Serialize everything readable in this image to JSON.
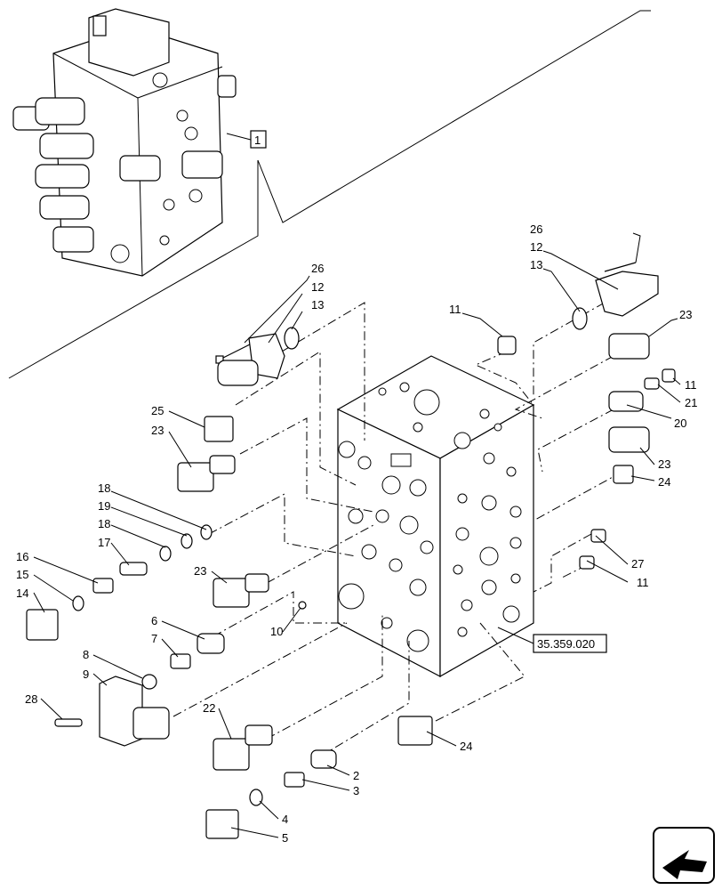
{
  "callouts": {
    "assembly_ref": "1",
    "block_ref": "35.359.020",
    "p26a": "26",
    "p12a": "12",
    "p13a": "13",
    "p11a": "11",
    "p26b": "26",
    "p12b": "12",
    "p13b": "13",
    "p23a": "23",
    "p11b": "11",
    "p21": "21",
    "p20": "20",
    "p23b": "23",
    "p24a": "24",
    "p25": "25",
    "p23c": "23",
    "p18a": "18",
    "p19": "19",
    "p18b": "18",
    "p17": "17",
    "p16": "16",
    "p15": "15",
    "p14": "14",
    "p23d": "23",
    "p27": "27",
    "p11c": "11",
    "p10": "10",
    "p6": "6",
    "p7": "7",
    "p8": "8",
    "p9": "9",
    "p28": "28",
    "p22": "22",
    "p2": "2",
    "p3": "3",
    "p4": "4",
    "p5": "5",
    "p24b": "24"
  },
  "icons": {
    "corner": "next-page-arrow-icon"
  }
}
